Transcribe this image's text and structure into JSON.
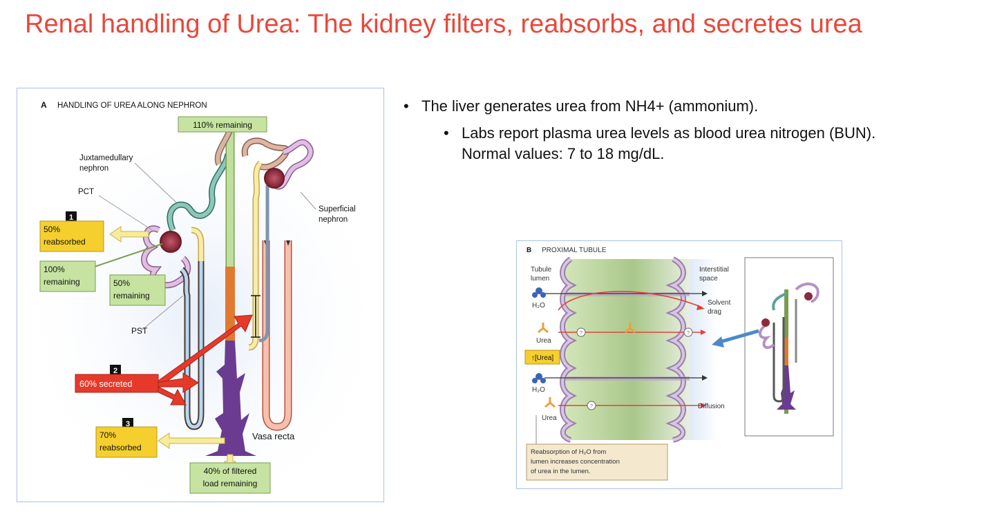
{
  "slide": {
    "title": "Renal handling of Urea: The kidney filters, reabsorbs, and secretes urea",
    "bullet1": "The liver generates urea from NH4+ (ammonium).",
    "bullet2_line1": "Labs report plasma urea levels as blood urea nitrogen (BUN).",
    "bullet2_line2": "Normal values: 7 to 18 mg/dL."
  },
  "figA": {
    "panel_letter": "A",
    "heading": "HANDLING OF UREA ALONG NEPHRON",
    "remaining_110": "110% remaining",
    "juxta_line1": "Juxtamedullary",
    "juxta_line2": "nephron",
    "pct": "PCT",
    "superficial_line1": "Superficial",
    "superficial_line2": "nephron",
    "step1_number": "1",
    "step1_line1": "50%",
    "step1_line2": "reabsorbed",
    "remaining100_line1": "100%",
    "remaining100_line2": "remaining",
    "remaining50_line1": "50%",
    "remaining50_line2": "remaining",
    "pst": "PST",
    "step2_number": "2",
    "step2_label": "60% secreted",
    "step3_number": "3",
    "step3_line1": "70%",
    "step3_line2": "reabsorbed",
    "vasa_recta": "Vasa recta",
    "filtered_line1": "40% of filtered",
    "filtered_line2": "load remaining"
  },
  "figB": {
    "panel_letter": "B",
    "heading": "PROXIMAL TUBULE",
    "lumen_line1": "Tubule",
    "lumen_line2": "lumen",
    "interstitial_line1": "Interstitial",
    "interstitial_line2": "space",
    "solvent_line1": "Solvent",
    "solvent_line2": "drag",
    "h2o_top": "H₂O",
    "urea_top": "Urea",
    "urea_conc": "↑[Urea]",
    "h2o_bottom": "H₂O",
    "urea_bottom": "Urea",
    "diffusion": "Diffusion",
    "note_line1": "Reabsorption of H₂O from",
    "note_line2": "lumen increases concentration",
    "note_line3": "of urea in the lumen."
  },
  "colors": {
    "title": "#e8483b",
    "label_yellow": "#f5cf2e",
    "label_green": "#c6e3a1",
    "secretion_red": "#e53a2a",
    "collecting_duct": "#6b3b92"
  }
}
